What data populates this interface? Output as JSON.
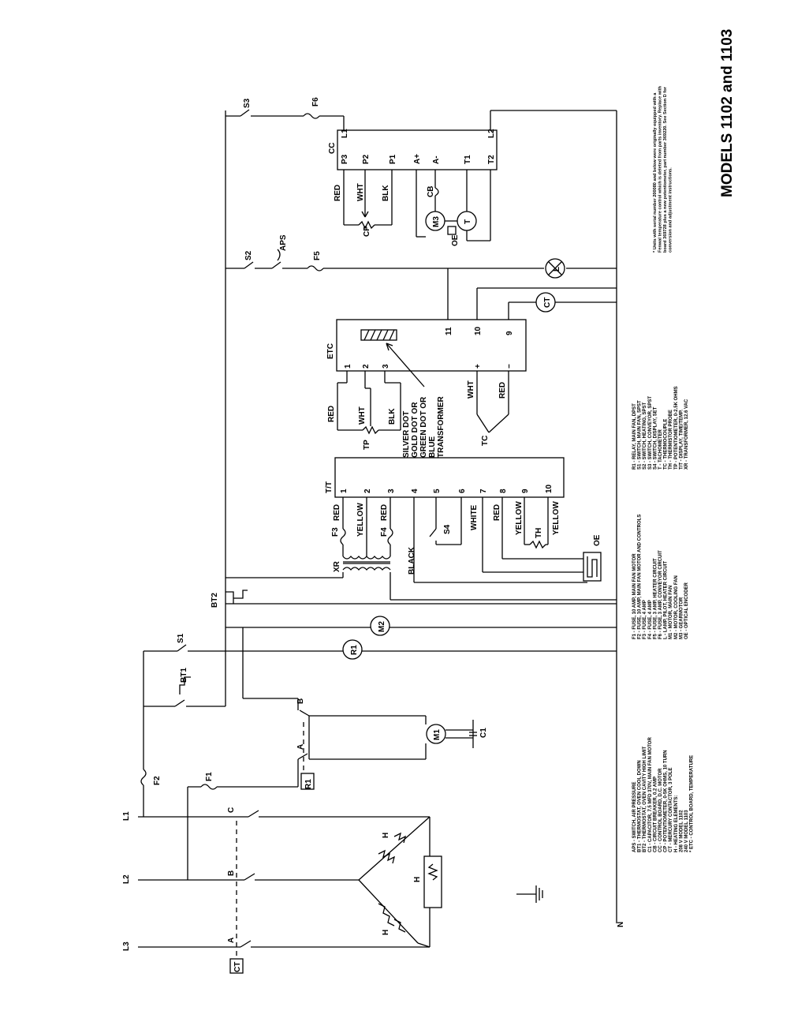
{
  "title": "MODELS 1102 and 1103",
  "note": "* Units with serial number 200080 and below were originally equipped with a Fenwal temperature control which is deleted from parts inventory. Replace with board 369728 plus a new potentiometer, part number 369220. See Section D for conversion and adjustment instructions.",
  "labels": {
    "L1": "L1",
    "L2": "L2",
    "L3": "L3",
    "N": "N",
    "F1": "F1",
    "F2": "F2",
    "F3": "F3",
    "F4": "F4",
    "F5": "F5",
    "F6": "F6",
    "S1": "S1",
    "S2": "S2",
    "S3": "S3",
    "S4": "S4",
    "BT1": "BT1",
    "BT2": "BT2",
    "APS": "APS",
    "CT": "CT",
    "R1": "R1",
    "M1": "M1",
    "M2": "M2",
    "M3": "M3",
    "C1": "C1",
    "XR": "XR",
    "TT": "T/T",
    "ETC": "ETC",
    "CC": "CC",
    "CP": "CP",
    "CB": "CB",
    "OE": "OE",
    "TC": "TC",
    "TP": "TP",
    "TH": "TH",
    "L": "L",
    "H": "H",
    "A": "A",
    "B": "B",
    "C": "C",
    "cc_pins": [
      "L1",
      "P3",
      "P2",
      "P1",
      "A+",
      "A-",
      "T1",
      "T2",
      "L2"
    ],
    "tt_pins": [
      "1",
      "2",
      "3",
      "4",
      "5",
      "6",
      "7",
      "8",
      "9",
      "10"
    ],
    "etc_pins": [
      "1",
      "2",
      "3",
      "+",
      "−",
      "11",
      "10",
      "9"
    ],
    "RED": "RED",
    "WHT": "WHT",
    "BLK": "BLK",
    "YELLOW": "YELLOW",
    "BLACK": "BLACK",
    "WHITE": "WHITE",
    "transformer_note": [
      "SILVER DOT",
      "GOLD DOT OR",
      "GREEN DOT OR",
      "BLUE",
      "TRANSFORMER"
    ]
  },
  "legend": {
    "col1": [
      "APS - SWITCH, AIR PRESSURE",
      "BT1 - THERMOSTAT, OVEN COOL DOWN",
      "BT2 - THERMOSTAT, OVEN CAVITY HIGH LIMIT",
      "C1 - CAPACITOR, 7.5 MFD 370V, MAIN FAN MOTOR",
      "CB - CIRCUIT BREAKER, 0.2 AMP",
      "CC - CONTROL BOARD, D.C. MOTOR",
      "CP - POTENTIOMETER, 0-5K OHMS, 10 TURN",
      "CT - MERCURY CONTACTOR, 3 POLE",
      "H - HEATING ELEMENTS:",
      "208 V MODEL 1102",
      "240 V MODEL 1103",
      "* ETC - CONTROL BOARD, TEMPERATURE"
    ],
    "col2": [
      "F1 - FUSE, 10 AMP, MAIN FAN MOTOR",
      "F2 - FUSE, 10 AMP, MAIN FAN MOTOR AND CONTROLS",
      "F3 - FUSE, 4 AMP",
      "F4 - FUSE, 4 AMP",
      "F5 - FUSE, 3 AMP, HEATER CIRCUIT",
      "F6 - FUSE, 3 AMP, CONVEYOR CIRCUIT",
      "L - LAMP, PILOT, HEATER CIRCUIT",
      "M1 - MOTOR, MAIN FAN",
      "M2 - MOTOR, COOLING FAN",
      "M3 - GEARMOTOR",
      "OE - OPTICAL ENCODER"
    ],
    "col3": [
      "R1 - RELAY, MAIN FAN, DPST",
      "S1 - SWITCH, MAIN FAN, SPST",
      "S2 - SWITCH, HEATING, SPST",
      "S3 - SWITCH, CONVEYOR, SPST",
      "S4 - SWITCH, DISPLAY, SET",
      "T - TACHOMETER",
      "TC - THERMOCOUPLE",
      "TH - THERMISTOR PROBE",
      "TP - POTENTIOMETER, 0-2.5K OHMS",
      "T/T - DISPLAY, TIME/TEMP.",
      "XR - TRANSFORMER, 12.6 VAC"
    ]
  }
}
